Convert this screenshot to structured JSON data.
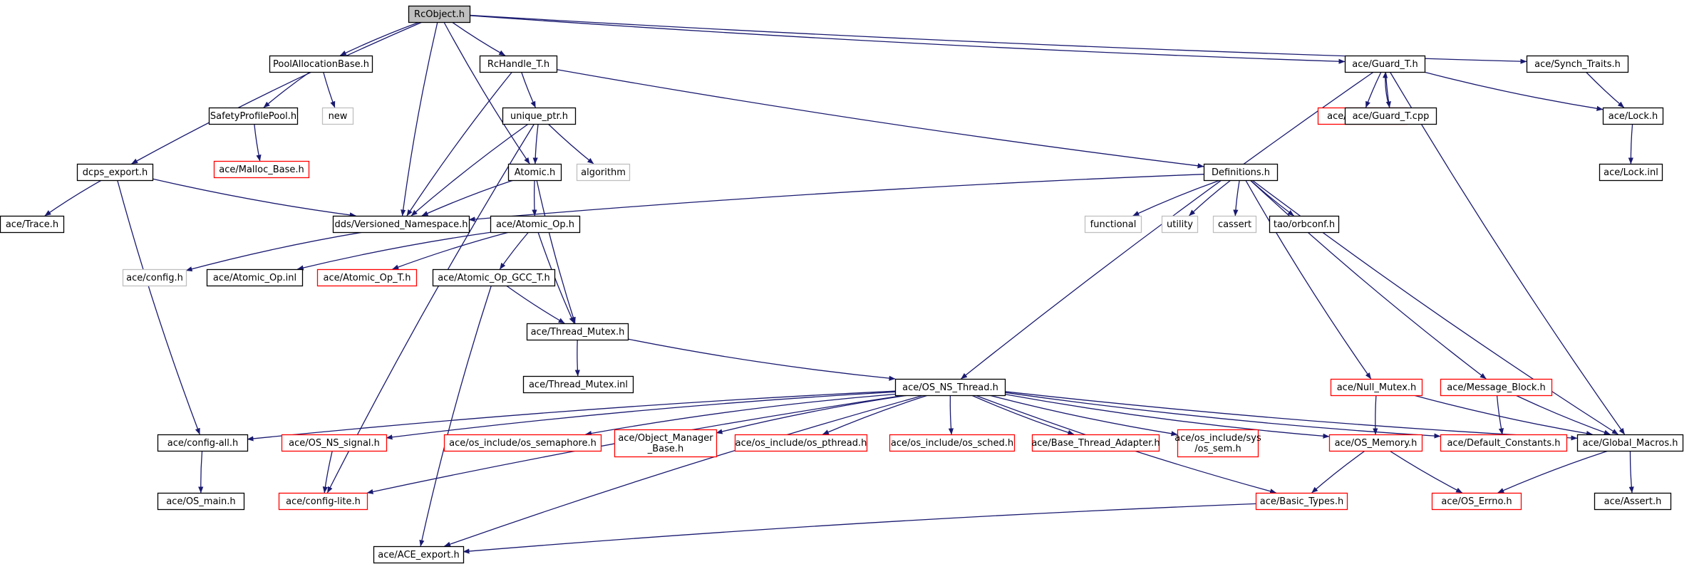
{
  "title": "RcObject.h",
  "colors": {
    "edge": "#191970",
    "border_normal": "#000000",
    "border_truncated": "#ff0000",
    "border_external": "#bfbfbf",
    "fill_root": "#bfbfbf",
    "fill_normal": "#ffffff"
  },
  "nodes": [
    {
      "id": "rcobject",
      "lines": [
        "RcObject.h"
      ],
      "kind": "root"
    },
    {
      "id": "poolalloc",
      "lines": [
        "PoolAllocationBase.h"
      ],
      "kind": "normal"
    },
    {
      "id": "rchandle",
      "lines": [
        "RcHandle_T.h"
      ],
      "kind": "normal"
    },
    {
      "id": "guardt",
      "lines": [
        "ace/Guard_T.h"
      ],
      "kind": "normal"
    },
    {
      "id": "synchtraits",
      "lines": [
        "ace/Synch_Traits.h"
      ],
      "kind": "normal"
    },
    {
      "id": "new",
      "lines": [
        "new"
      ],
      "kind": "external"
    },
    {
      "id": "safetyprofile",
      "lines": [
        "SafetyProfilePool.h"
      ],
      "kind": "normal"
    },
    {
      "id": "uniqueptr",
      "lines": [
        "unique_ptr.h"
      ],
      "kind": "normal"
    },
    {
      "id": "guardinl",
      "lines": [
        "ace/Guard_T.inl"
      ],
      "kind": "truncated"
    },
    {
      "id": "guardcpp",
      "lines": [
        "ace/Guard_T.cpp"
      ],
      "kind": "normal"
    },
    {
      "id": "lock",
      "lines": [
        "ace/Lock.h"
      ],
      "kind": "normal"
    },
    {
      "id": "mallocbase",
      "lines": [
        "ace/Malloc_Base.h"
      ],
      "kind": "truncated"
    },
    {
      "id": "dcpsexport",
      "lines": [
        "dcps_export.h"
      ],
      "kind": "normal"
    },
    {
      "id": "atomic",
      "lines": [
        "Atomic.h"
      ],
      "kind": "normal"
    },
    {
      "id": "algorithm",
      "lines": [
        "algorithm"
      ],
      "kind": "external"
    },
    {
      "id": "definitions",
      "lines": [
        "Definitions.h"
      ],
      "kind": "normal"
    },
    {
      "id": "lockinl",
      "lines": [
        "ace/Lock.inl"
      ],
      "kind": "normal"
    },
    {
      "id": "trace",
      "lines": [
        "ace/Trace.h"
      ],
      "kind": "normal"
    },
    {
      "id": "versioned",
      "lines": [
        "dds/Versioned_Namespace.h"
      ],
      "kind": "normal"
    },
    {
      "id": "atomicop",
      "lines": [
        "ace/Atomic_Op.h"
      ],
      "kind": "normal"
    },
    {
      "id": "functional",
      "lines": [
        "functional"
      ],
      "kind": "external"
    },
    {
      "id": "utility",
      "lines": [
        "utility"
      ],
      "kind": "external"
    },
    {
      "id": "cassert",
      "lines": [
        "cassert"
      ],
      "kind": "external"
    },
    {
      "id": "orbconf",
      "lines": [
        "tao/orbconf.h"
      ],
      "kind": "normal"
    },
    {
      "id": "config",
      "lines": [
        "ace/config.h"
      ],
      "kind": "external"
    },
    {
      "id": "atomicopinl",
      "lines": [
        "ace/Atomic_Op.inl"
      ],
      "kind": "normal"
    },
    {
      "id": "atomicopt",
      "lines": [
        "ace/Atomic_Op_T.h"
      ],
      "kind": "truncated"
    },
    {
      "id": "atomicopgcc",
      "lines": [
        "ace/Atomic_Op_GCC_T.h"
      ],
      "kind": "normal"
    },
    {
      "id": "threadmutex",
      "lines": [
        "ace/Thread_Mutex.h"
      ],
      "kind": "normal"
    },
    {
      "id": "threadmutexinl",
      "lines": [
        "ace/Thread_Mutex.inl"
      ],
      "kind": "normal"
    },
    {
      "id": "osnsthread",
      "lines": [
        "ace/OS_NS_Thread.h"
      ],
      "kind": "normal"
    },
    {
      "id": "nullmutex",
      "lines": [
        "ace/Null_Mutex.h"
      ],
      "kind": "truncated"
    },
    {
      "id": "messageblock",
      "lines": [
        "ace/Message_Block.h"
      ],
      "kind": "truncated"
    },
    {
      "id": "configall",
      "lines": [
        "ace/config-all.h"
      ],
      "kind": "normal"
    },
    {
      "id": "osnssignal",
      "lines": [
        "ace/OS_NS_signal.h"
      ],
      "kind": "truncated"
    },
    {
      "id": "ossemaphore",
      "lines": [
        "ace/os_include/os_semaphore.h"
      ],
      "kind": "truncated"
    },
    {
      "id": "objmanager",
      "lines": [
        "ace/Object_Manager",
        "_Base.h"
      ],
      "kind": "truncated"
    },
    {
      "id": "ospthread",
      "lines": [
        "ace/os_include/os_pthread.h"
      ],
      "kind": "truncated"
    },
    {
      "id": "ossched",
      "lines": [
        "ace/os_include/os_sched.h"
      ],
      "kind": "truncated"
    },
    {
      "id": "basethread",
      "lines": [
        "ace/Base_Thread_Adapter.h"
      ],
      "kind": "truncated"
    },
    {
      "id": "ossem",
      "lines": [
        "ace/os_include/sys",
        "/os_sem.h"
      ],
      "kind": "truncated"
    },
    {
      "id": "osmemory",
      "lines": [
        "ace/OS_Memory.h"
      ],
      "kind": "truncated"
    },
    {
      "id": "defconst",
      "lines": [
        "ace/Default_Constants.h"
      ],
      "kind": "truncated"
    },
    {
      "id": "globalmacros",
      "lines": [
        "ace/Global_Macros.h"
      ],
      "kind": "normal"
    },
    {
      "id": "osmain",
      "lines": [
        "ace/OS_main.h"
      ],
      "kind": "normal"
    },
    {
      "id": "configlite",
      "lines": [
        "ace/config-lite.h"
      ],
      "kind": "truncated"
    },
    {
      "id": "basictypes",
      "lines": [
        "ace/Basic_Types.h"
      ],
      "kind": "truncated"
    },
    {
      "id": "oserrno",
      "lines": [
        "ace/OS_Errno.h"
      ],
      "kind": "truncated"
    },
    {
      "id": "assert",
      "lines": [
        "ace/Assert.h"
      ],
      "kind": "normal"
    },
    {
      "id": "aceexport",
      "lines": [
        "ace/ACE_export.h"
      ],
      "kind": "normal"
    }
  ],
  "edges": [
    [
      "rcobject",
      "poolalloc"
    ],
    [
      "rcobject",
      "rchandle"
    ],
    [
      "rcobject",
      "guardt"
    ],
    [
      "rcobject",
      "synchtraits"
    ],
    [
      "rcobject",
      "dcpsexport"
    ],
    [
      "rcobject",
      "versioned"
    ],
    [
      "rcobject",
      "atomic"
    ],
    [
      "poolalloc",
      "new"
    ],
    [
      "poolalloc",
      "safetyprofile"
    ],
    [
      "safetyprofile",
      "mallocbase"
    ],
    [
      "rchandle",
      "uniqueptr"
    ],
    [
      "rchandle",
      "versioned"
    ],
    [
      "rchandle",
      "definitions"
    ],
    [
      "uniqueptr",
      "versioned"
    ],
    [
      "uniqueptr",
      "atomic"
    ],
    [
      "uniqueptr",
      "algorithm"
    ],
    [
      "uniqueptr",
      "configlite"
    ],
    [
      "guardt",
      "guardinl"
    ],
    [
      "guardt",
      "guardcpp"
    ],
    [
      "guardcpp",
      "guardt"
    ],
    [
      "guardt",
      "lock"
    ],
    [
      "guardt",
      "globalmacros"
    ],
    [
      "guardt",
      "osnsthread"
    ],
    [
      "synchtraits",
      "lock"
    ],
    [
      "lock",
      "lockinl"
    ],
    [
      "dcpsexport",
      "trace"
    ],
    [
      "dcpsexport",
      "versioned"
    ],
    [
      "dcpsexport",
      "configall"
    ],
    [
      "atomic",
      "versioned"
    ],
    [
      "atomic",
      "atomicop"
    ],
    [
      "atomic",
      "threadmutex"
    ],
    [
      "definitions",
      "versioned"
    ],
    [
      "definitions",
      "functional"
    ],
    [
      "definitions",
      "utility"
    ],
    [
      "definitions",
      "cassert"
    ],
    [
      "definitions",
      "orbconf"
    ],
    [
      "definitions",
      "nullmutex"
    ],
    [
      "definitions",
      "messageblock"
    ],
    [
      "definitions",
      "globalmacros"
    ],
    [
      "versioned",
      "config"
    ],
    [
      "atomicop",
      "atomicopinl"
    ],
    [
      "atomicop",
      "atomicopt"
    ],
    [
      "atomicop",
      "atomicopgcc"
    ],
    [
      "atomicop",
      "threadmutex"
    ],
    [
      "atomicopgcc",
      "threadmutex"
    ],
    [
      "atomicopgcc",
      "aceexport"
    ],
    [
      "threadmutex",
      "threadmutexinl"
    ],
    [
      "threadmutex",
      "osnsthread"
    ],
    [
      "osnsthread",
      "configall"
    ],
    [
      "osnsthread",
      "osnssignal"
    ],
    [
      "osnsthread",
      "ossemaphore"
    ],
    [
      "osnsthread",
      "objmanager"
    ],
    [
      "osnsthread",
      "ospthread"
    ],
    [
      "osnsthread",
      "ossched"
    ],
    [
      "osnsthread",
      "basethread"
    ],
    [
      "osnsthread",
      "ossem"
    ],
    [
      "osnsthread",
      "osmemory"
    ],
    [
      "osnsthread",
      "defconst"
    ],
    [
      "osnsthread",
      "globalmacros"
    ],
    [
      "osnsthread",
      "basictypes"
    ],
    [
      "osnsthread",
      "aceexport"
    ],
    [
      "osnsthread",
      "configlite"
    ],
    [
      "nullmutex",
      "osmemory"
    ],
    [
      "nullmutex",
      "globalmacros"
    ],
    [
      "messageblock",
      "defconst"
    ],
    [
      "messageblock",
      "globalmacros"
    ],
    [
      "configall",
      "osmain"
    ],
    [
      "osnssignal",
      "configlite"
    ],
    [
      "osmemory",
      "basictypes"
    ],
    [
      "osmemory",
      "oserrno"
    ],
    [
      "globalmacros",
      "oserrno"
    ],
    [
      "globalmacros",
      "assert"
    ],
    [
      "basictypes",
      "aceexport"
    ]
  ]
}
